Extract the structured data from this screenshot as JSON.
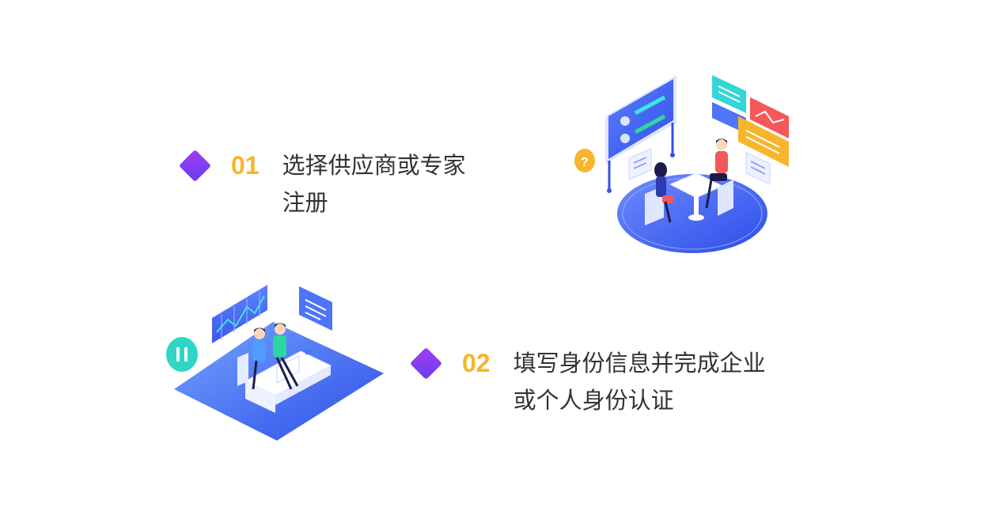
{
  "steps": [
    {
      "number": "01",
      "text_lines": [
        "选择供应商或专家",
        "注册"
      ]
    },
    {
      "number": "02",
      "text_lines": [
        "填写身份信息并完成企业",
        "或个人身份认证"
      ]
    }
  ],
  "colors": {
    "accent_orange": "#f7b52c",
    "diamond_purple": "#8a3cf1",
    "illustration_blue": "#3e63f3",
    "text_dark": "#333333"
  },
  "icons": {
    "bullet": "diamond-icon",
    "illustration_1": "meeting-illustration",
    "illustration_2": "workspace-illustration"
  }
}
